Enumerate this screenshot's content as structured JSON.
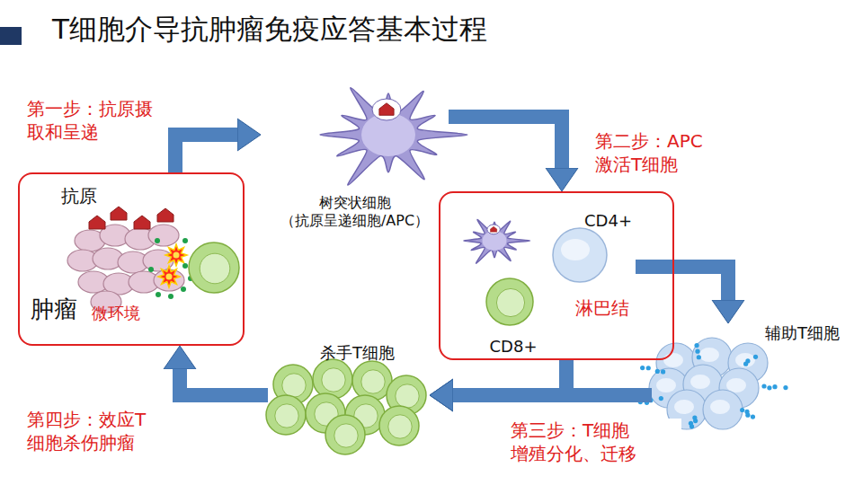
{
  "diagram": {
    "title": "T细胞介导抗肿瘤免疫应答基本过程",
    "nodes": [
      {
        "text": [
          "抗原",
          "肿瘤",
          "微环境"
        ]
      },
      {
        "text": [
          "树突状细胞 （抗原呈递细胞/APC）"
        ]
      },
      {
        "text": [
          "淋巴结"
        ]
      },
      {
        "text": [
          "CD4+"
        ],
        "in": 2
      },
      {
        "text": [
          "CD8+"
        ],
        "in": 2
      },
      {
        "text": [
          "辅助T细胞"
        ]
      },
      {
        "text": [
          "杀手T细胞"
        ]
      }
    ],
    "edges": [
      {
        "from": 0,
        "to": 1,
        "arrow": "to",
        "label": "第一步：抗原摄 取和呈递"
      },
      {
        "from": 1,
        "to": 2,
        "arrow": "to",
        "label": "第二步：APC 激活T细胞"
      },
      {
        "from": 3,
        "to": 5,
        "arrow": "to"
      },
      {
        "from": 2,
        "to": 6,
        "arrow": "to",
        "label": "第三步：T细胞 增殖分化、迁移"
      },
      {
        "from": 5,
        "to": 6,
        "arrow": "to"
      },
      {
        "from": 6,
        "to": 0,
        "arrow": "to",
        "label": "第四步：效应T 细胞杀伤肿瘤"
      }
    ]
  }
}
